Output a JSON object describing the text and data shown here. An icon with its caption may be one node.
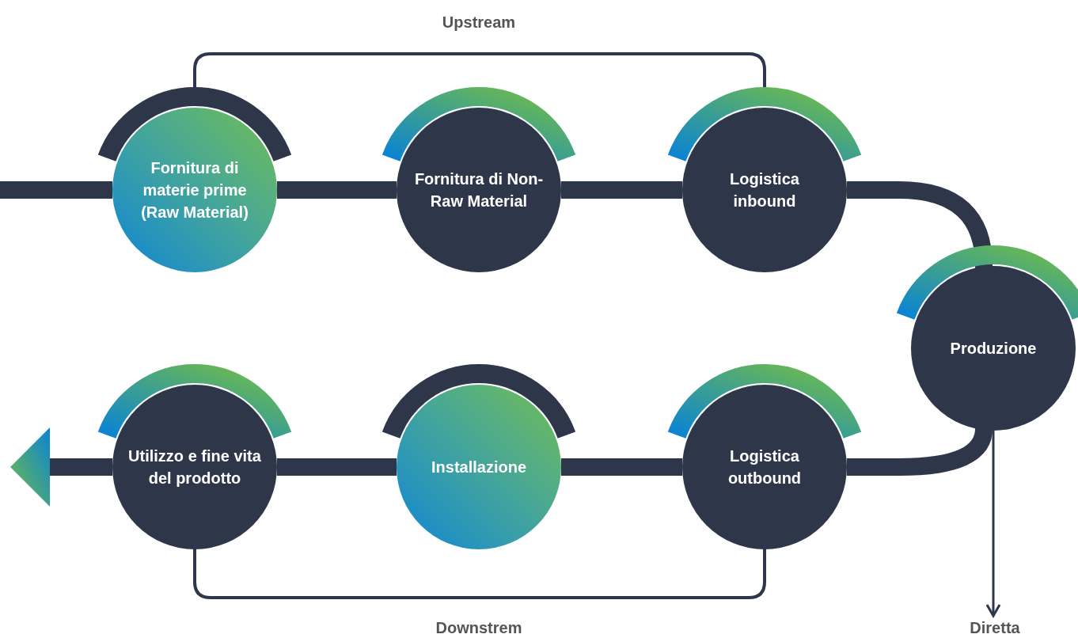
{
  "diagram": {
    "nodes": [
      {
        "text": [
          "Fornitura di materie prime (Raw Material)"
        ]
      },
      {
        "text": [
          "Fornitura di Non-Raw Material"
        ]
      },
      {
        "text": [
          "Logistica inbound"
        ]
      },
      {
        "text": [
          "Produzione"
        ]
      },
      {
        "text": [
          "Logistica outbound"
        ]
      },
      {
        "text": [
          "Installazione"
        ]
      },
      {
        "text": [
          "Utilizzo e fine vita del prodotto"
        ]
      },
      {
        "text": [
          "Diretta"
        ]
      }
    ],
    "edges": [
      {
        "from": null,
        "to": 0,
        "arrow": "none"
      },
      {
        "from": 0,
        "to": 1,
        "arrow": "none"
      },
      {
        "from": 1,
        "to": 2,
        "arrow": "none"
      },
      {
        "from": 2,
        "to": 3,
        "arrow": "none"
      },
      {
        "from": 3,
        "to": 4,
        "arrow": "none"
      },
      {
        "from": 4,
        "to": 5,
        "arrow": "none"
      },
      {
        "from": 5,
        "to": 6,
        "arrow": "none"
      },
      {
        "from": 6,
        "to": null,
        "arrow": "to"
      },
      {
        "from": 3,
        "to": 7,
        "arrow": "to"
      }
    ],
    "labels": [
      "Upstream",
      "Downstrem"
    ]
  }
}
